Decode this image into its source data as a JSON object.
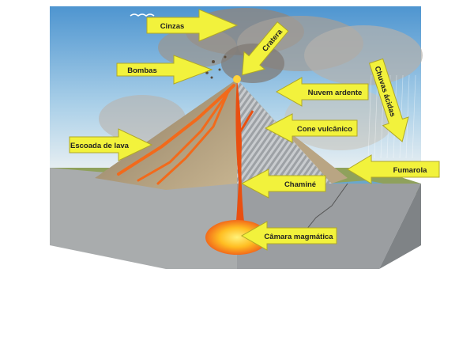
{
  "labels": {
    "cinzas": "Cinzas",
    "cratera": "Cratera",
    "bombas": "Bombas",
    "chuvas_acidas": "Chuvas ácidas",
    "nuvem_ardente": "Nuvem ardente",
    "cone_vulcanico": "Cone vulcânico",
    "escoada_de_lava": "Escoada de lava",
    "fumarola": "Fumarola",
    "chamine": "Chaminé",
    "camara_magmatica": "Câmara magmática"
  },
  "colors": {
    "sky": "#5b9fd4",
    "arrow_fill": "#f2f23c",
    "arrow_stroke": "#b0a828",
    "lava": "#f26a1b",
    "magma": "#ffb21e",
    "rock_side": "#a8abab",
    "water": "#6aa7cc"
  }
}
